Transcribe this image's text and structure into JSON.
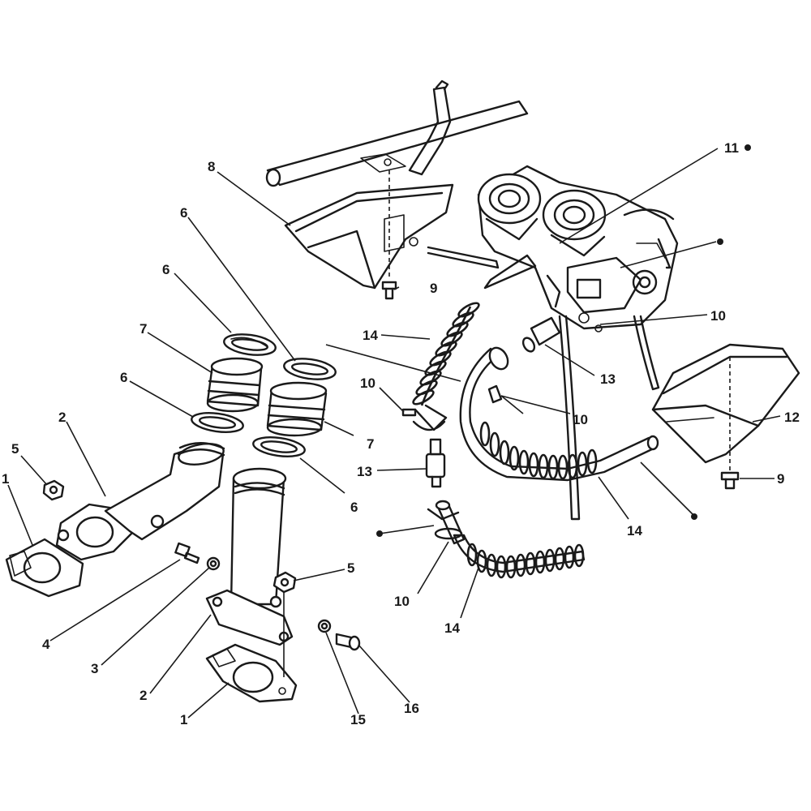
{
  "callouts": {
    "c1a": "1",
    "c1b": "1",
    "c2a": "2",
    "c2b": "2",
    "c3": "3",
    "c4": "4",
    "c5a": "5",
    "c5b": "5",
    "c6a": "6",
    "c6b": "6",
    "c6c": "6",
    "c6d": "6",
    "c7a": "7",
    "c7b": "7",
    "c8": "8",
    "c9a": "9",
    "c9b": "9",
    "c10a": "10",
    "c10b": "10",
    "c10c": "10",
    "c10d": "10",
    "c11": "11",
    "c12": "12",
    "c13a": "13",
    "c13b": "13",
    "c14a": "14",
    "c14b": "14",
    "c14c": "14",
    "c15": "15",
    "c16": "16"
  }
}
